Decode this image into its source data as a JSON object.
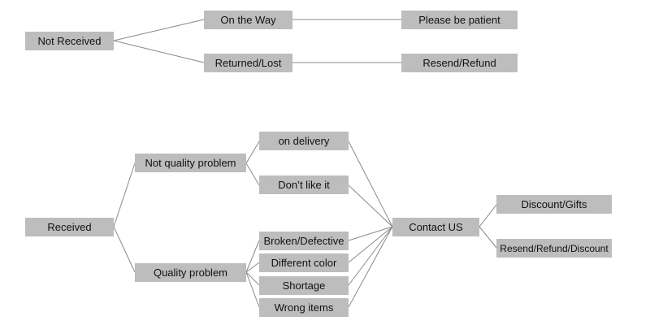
{
  "nodes": {
    "not_received": "Not Received",
    "on_the_way": "On the Way",
    "please_be_patient": "Please be patient",
    "returned_lost": "Returned/Lost",
    "resend_refund": "Resend/Refund",
    "received": "Received",
    "not_quality_problem": "Not quality problem",
    "quality_problem": "Quality problem",
    "on_delivery": "on delivery",
    "dont_like_it": "Don’t like it",
    "broken_defective": "Broken/Defective",
    "different_color": "Different color",
    "shortage": "Shortage",
    "wrong_items": "Wrong items",
    "contact_us": "Contact US",
    "discount_gifts": "Discount/Gifts",
    "resend_refund_discount": "Resend/Refund/Discount"
  }
}
